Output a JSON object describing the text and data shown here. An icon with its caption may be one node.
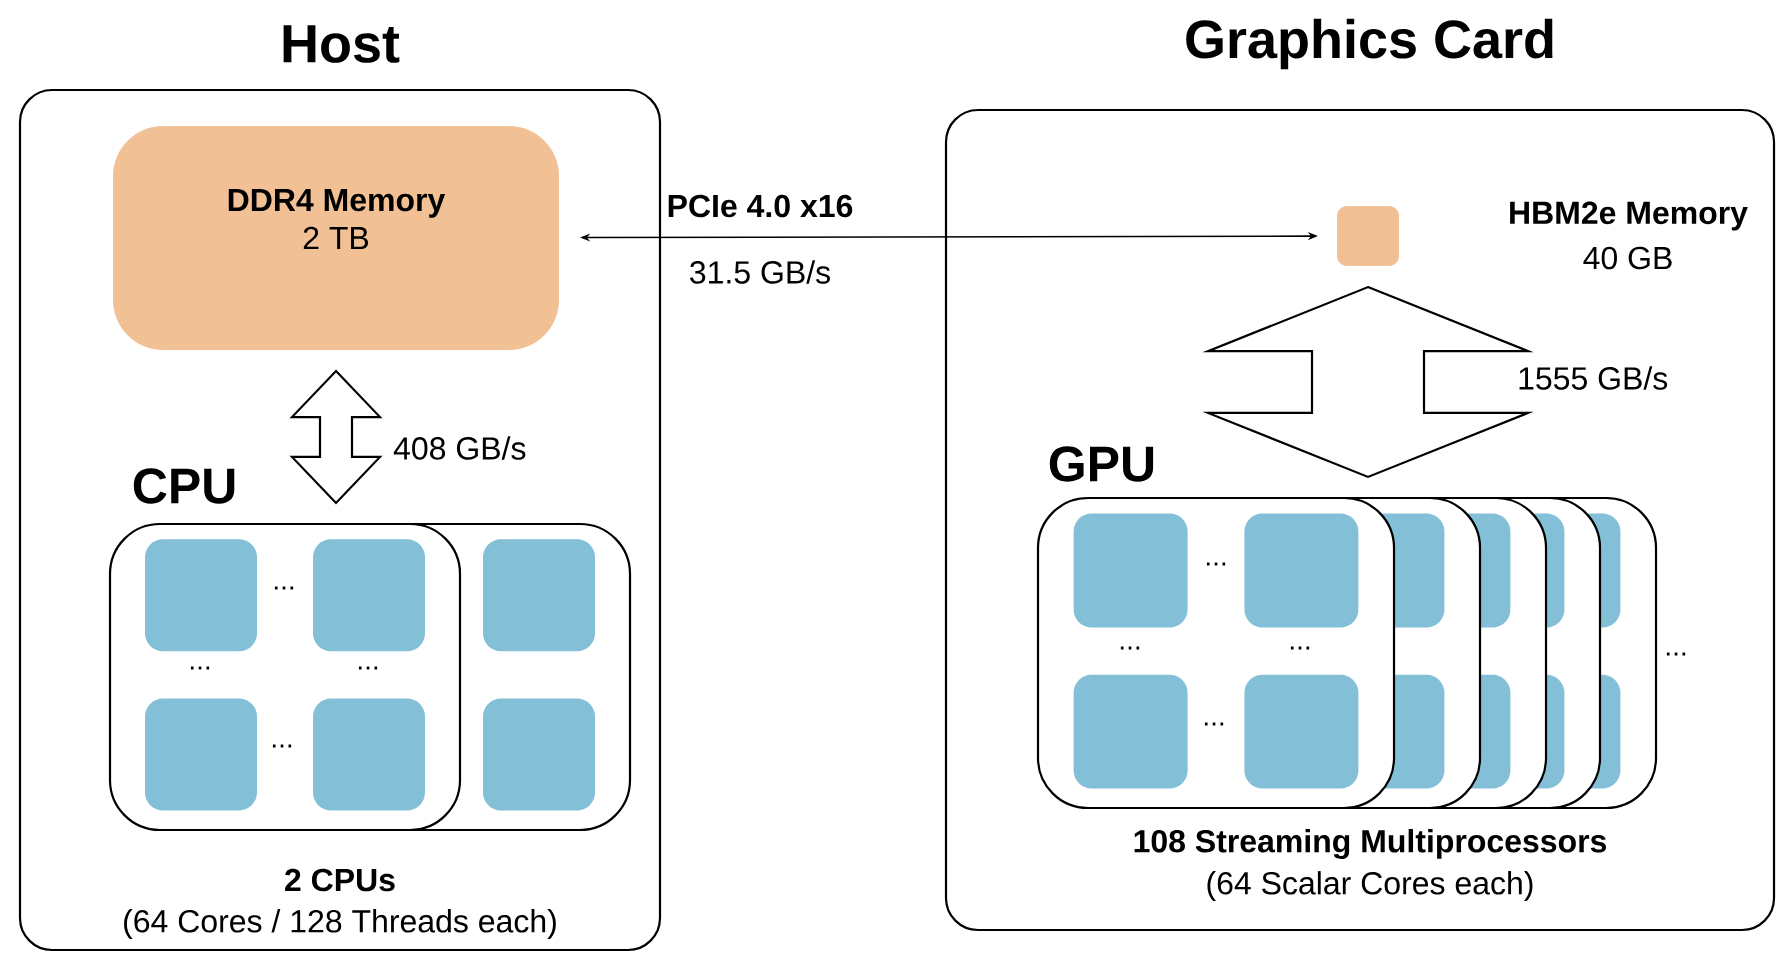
{
  "diagram": {
    "nodes": [
      {
        "text": [
          "Host"
        ]
      },
      {
        "text": [
          "DDR4 Memory",
          "2 TB"
        ],
        "in": 0
      },
      {
        "text": [
          "CPU"
        ],
        "beside": [
          "2 CPUs",
          "(64 Cores / 128 Threads each)"
        ],
        "in": 0
      },
      {
        "text": [
          "Graphics Card"
        ]
      },
      {
        "text": [],
        "shape": "box",
        "beside": [
          "HBM2e Memory",
          "40 GB"
        ],
        "in": 3
      },
      {
        "text": [
          "GPU"
        ],
        "beside": [
          "108 Streaming Multiprocessors",
          "(64 Scalar Cores each)",
          "..."
        ],
        "in": 3
      }
    ],
    "edges": [
      {
        "from": 1,
        "to": 4,
        "arrow": "both",
        "label": "PCIe 4.0 x16"
      },
      {
        "from": 1,
        "to": 2,
        "arrow": "both",
        "label": "408 GB/s"
      },
      {
        "from": 4,
        "to": 5,
        "arrow": "both",
        "label": "1555 GB/s"
      }
    ],
    "labels": [
      "31.5 GB/s",
      "...",
      "...",
      "...",
      "...",
      "...",
      "...",
      "...",
      "..."
    ]
  }
}
